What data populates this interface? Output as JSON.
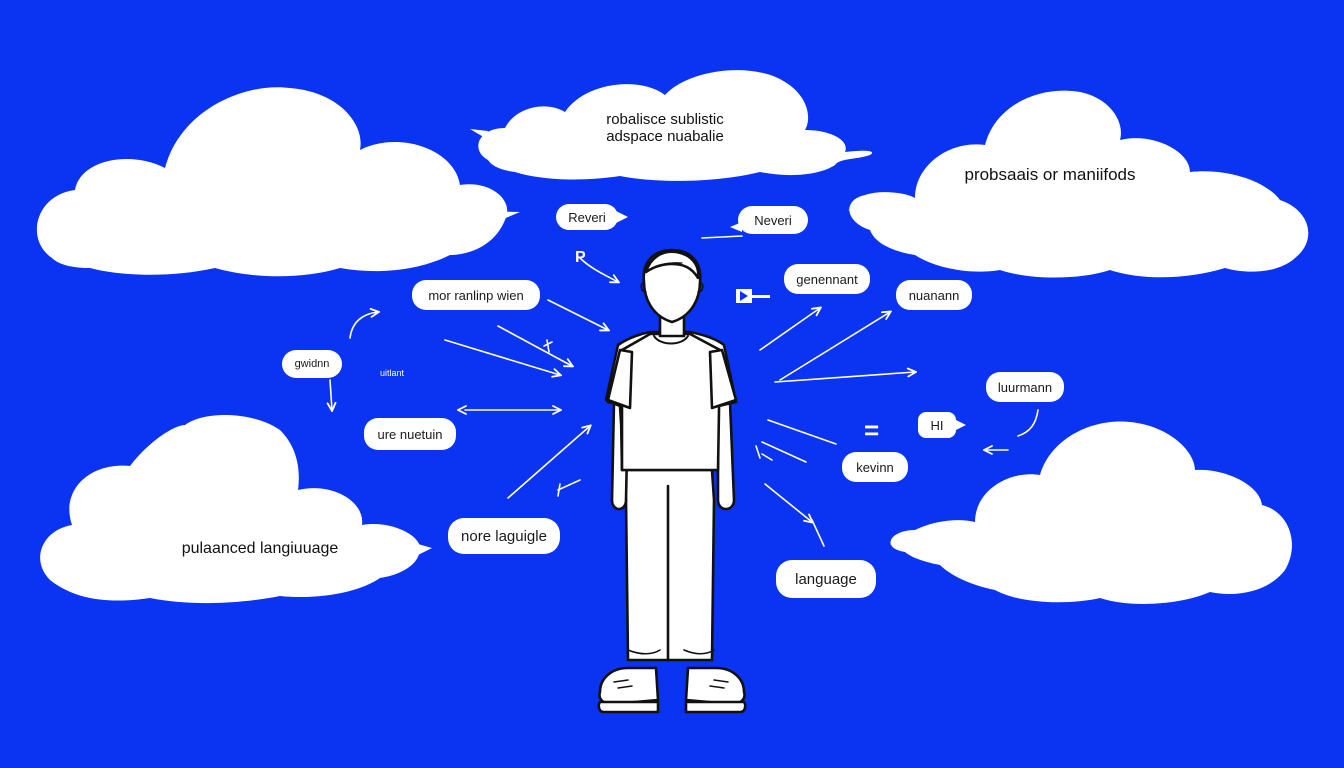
{
  "colors": {
    "background": "#0a34f2",
    "cloud": "#ffffff",
    "label_text": "#111111",
    "figure_outline": "#111111"
  },
  "clouds": {
    "top_center": {
      "line1": "robalisce sublistic",
      "line2": "adspace nuabalie"
    },
    "top_right": {
      "text": "probsaais or maniifods"
    },
    "bottom_left": {
      "text": "pulaanced langiuuage"
    }
  },
  "bubbles": {
    "reveri": "Reveri",
    "neveri": "Neveri",
    "mor_ranlinp_wien": "mor ranlinp wien",
    "genennant": "genennant",
    "nuanann": "nuanann",
    "gwidnn": "gwidnn",
    "ure_nuetuin": "ure nuetuin",
    "luurmann": "luurmann",
    "hi": "HI",
    "kevinn": "kevinn",
    "nore_laguigle": "nore laguigle",
    "language": "language"
  },
  "scribbles": {
    "p_mark": "P",
    "uitlant": "uitlant",
    "equals": "="
  }
}
